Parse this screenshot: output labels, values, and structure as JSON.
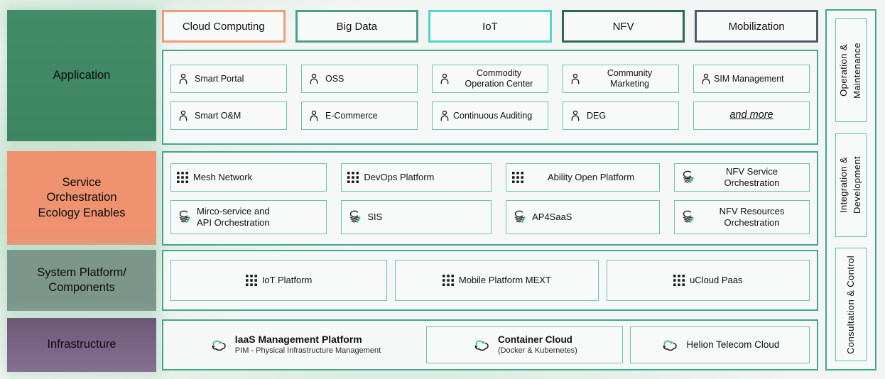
{
  "tabs": [
    {
      "label": "Cloud Computing",
      "border_color": "#F09C78"
    },
    {
      "label": "Big Data",
      "border_color": "#46A18A"
    },
    {
      "label": "IoT",
      "border_color": "#4FD6C6"
    },
    {
      "label": "NFV",
      "border_color": "#2C6B52"
    },
    {
      "label": "Mobilization",
      "border_color": "#4C5C6B"
    }
  ],
  "left_sections": [
    {
      "label": "Application",
      "color": "#418A67"
    },
    {
      "label": "Service\nOrchestration\nEcology Enables",
      "color": "#EE9270"
    },
    {
      "label": "System Platform/\nComponents",
      "color": "#7D968B"
    },
    {
      "label": "Infrastructure",
      "color": "#77617F"
    }
  ],
  "application": {
    "items": [
      {
        "label": "Smart Portal",
        "icon": "person"
      },
      {
        "label": "OSS",
        "icon": "person"
      },
      {
        "label": "Commodity\nOperation Center",
        "icon": "person"
      },
      {
        "label": "Community\nMarketing",
        "icon": "person"
      },
      {
        "label": "SIM Management",
        "icon": "person"
      },
      {
        "label": "Smart O&M",
        "icon": "person"
      },
      {
        "label": "E-Commerce",
        "icon": "person"
      },
      {
        "label": "Continuous Auditing",
        "icon": "person"
      },
      {
        "label": "DEG",
        "icon": "person"
      },
      {
        "label": "and more",
        "icon": "none"
      }
    ]
  },
  "service": {
    "items": [
      {
        "label": "Mesh Network",
        "icon": "grid"
      },
      {
        "label": "DevOps Platform",
        "icon": "grid"
      },
      {
        "label": "Ability Open Platform",
        "icon": "grid"
      },
      {
        "label": "NFV Service\nOrchestration",
        "icon": "mesh"
      },
      {
        "label": "Mirco-service and\nAPI Orchestration",
        "icon": "mesh"
      },
      {
        "label": "SIS",
        "icon": "mesh"
      },
      {
        "label": "AP4SaaS",
        "icon": "mesh"
      },
      {
        "label": "NFV Resources\nOrchestration",
        "icon": "mesh"
      }
    ]
  },
  "system": {
    "items": [
      {
        "label": "IoT Platform",
        "icon": "grid"
      },
      {
        "label": "Mobile Platform MEXT",
        "icon": "grid"
      },
      {
        "label": "uCloud Paas",
        "icon": "grid"
      }
    ]
  },
  "infrastructure": {
    "items": [
      {
        "title": "IaaS Management Platform",
        "subtitle": "PIM - Physical Infrastructure Management",
        "icon": "cloud-sync"
      },
      {
        "title": "Container Cloud",
        "subtitle": "(Docker & Kubernetes)",
        "icon": "cloud-sync"
      },
      {
        "title": "Helion Telecom Cloud",
        "subtitle": "",
        "icon": "cloud-sync"
      }
    ]
  },
  "sidebar": {
    "items": [
      {
        "label": "Operation &\nMaintenance"
      },
      {
        "label": "Integration &\nDevelopment"
      },
      {
        "label": "Consultation & Control"
      }
    ]
  },
  "colors": {
    "container_border": "#3FA98D",
    "item_border": "#6CC4AE",
    "accent_green": "#2FAE85",
    "background": "#F3F5F4"
  }
}
